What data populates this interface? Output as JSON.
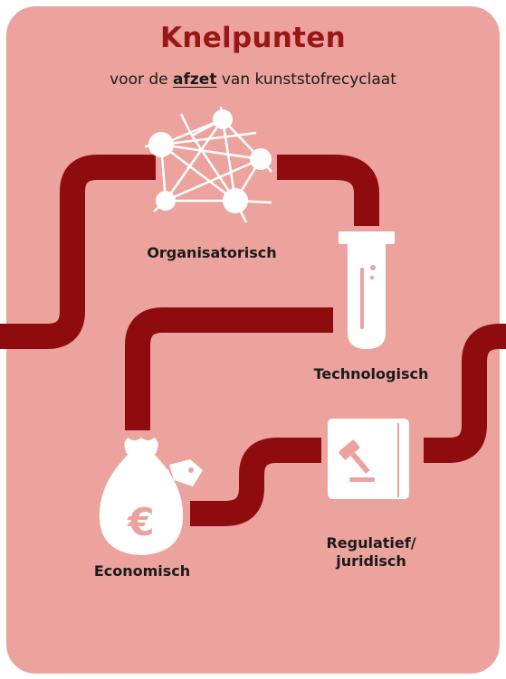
{
  "header": {
    "title": "Knelpunten",
    "subtitle_before": "voor de ",
    "subtitle_keyword": "afzet",
    "subtitle_after": " van kunststofrecyclaat"
  },
  "labels": {
    "organisational": "Organisatorisch",
    "technological": "Technologisch",
    "regulatory_line1": "Regulatief/",
    "regulatory_line2": "juridisch",
    "economic": "Economisch",
    "euro_symbol": "€"
  },
  "icons": {
    "organisational": "network-icon",
    "technological": "test-tube-icon",
    "regulatory": "law-book-gavel-icon",
    "economic": "money-bag-euro-icon"
  },
  "colors": {
    "background_card": "#eca39d",
    "path": "#8e0c0e",
    "title": "#9b1616",
    "icon_fill": "#ffffff",
    "side_tab": "#b9b9b9"
  }
}
